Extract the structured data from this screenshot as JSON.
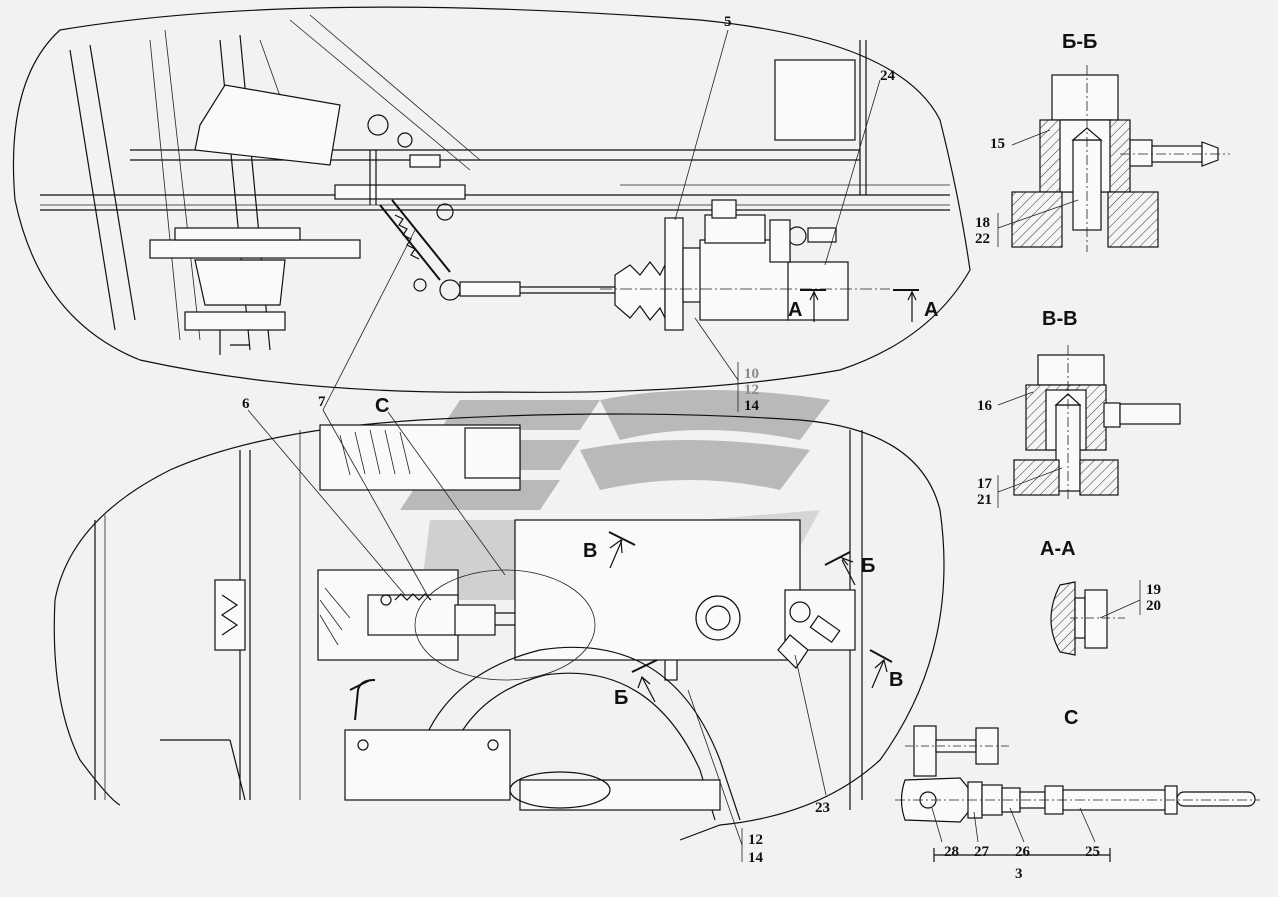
{
  "diagram": {
    "section_titles": {
      "bb": "Б-Б",
      "vv": "В-В",
      "aa": "А-А",
      "c": "С",
      "c_bottom": "С"
    },
    "cut_marks": {
      "a_left": "А",
      "a_right": "А",
      "b_top": "Б",
      "b_bottom": "Б",
      "v_top": "В",
      "v_bottom": "В"
    },
    "callouts": {
      "n5": "5",
      "n24": "24",
      "n6": "6",
      "n7": "7",
      "n10": "10",
      "n12a": "12",
      "n14a": "14",
      "n12b": "12",
      "n14b": "14",
      "n23": "23",
      "n15": "15",
      "n18": "18",
      "n22": "22",
      "n16": "16",
      "n17": "17",
      "n21": "21",
      "n19": "19",
      "n20": "20",
      "n28": "28",
      "n27": "27",
      "n26": "26",
      "n25": "25",
      "n3": "3"
    },
    "colors": {
      "line": "#111111",
      "background": "#f2f2f2",
      "watermark": "#8c8c8c"
    }
  }
}
